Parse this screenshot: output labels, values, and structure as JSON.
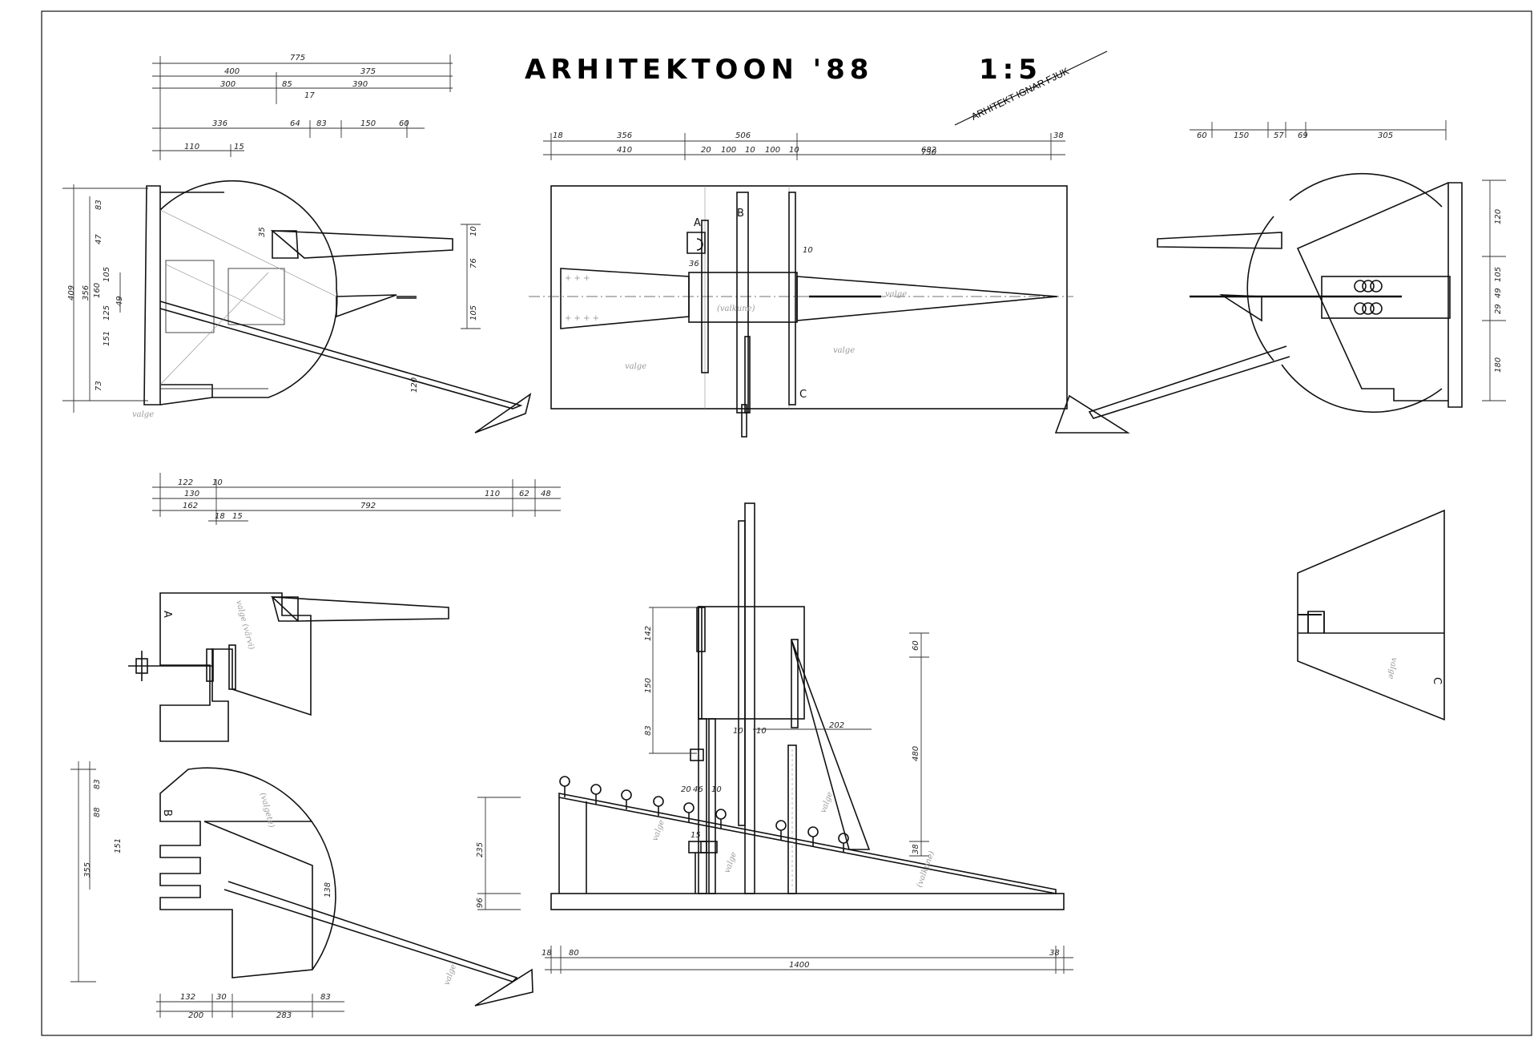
{
  "title": "ARHITEKTOON '88",
  "scale": "1:5",
  "architect": "ARHITEKT IGNAR FJUK",
  "ink_color": "#111111",
  "pencil_color": "#999999",
  "section_labels": {
    "a": "A",
    "b": "B",
    "c": "C"
  },
  "dims": {
    "tl_775": "775",
    "tl_400": "400",
    "tl_375": "375",
    "tl_300": "300",
    "tl_85": "85",
    "tl_17": "17",
    "tl_390": "390",
    "tl_336": "336",
    "tl_64": "64",
    "tl_83": "83",
    "tl_150": "150",
    "tl_60": "60",
    "tl_110": "110",
    "tl_15": "15",
    "tc_18": "18",
    "tc_356": "356",
    "tc_506": "506",
    "tc_682": "682",
    "tc_38": "38",
    "tc_410": "410",
    "tc_20": "20",
    "tc_100": "100",
    "tc_10": "10",
    "tc_100b": "100",
    "tc_10b": "10",
    "tc_730": "730",
    "tc_36": "36",
    "tc_10c": "10",
    "tr_60": "60",
    "tr_150": "150",
    "tr_57": "57",
    "tr_69": "69",
    "tr_305": "305",
    "tr_120": "120",
    "tr_105": "105",
    "tr_49": "49",
    "tr_29": "29",
    "tr_180": "180",
    "l_409": "409",
    "l_356": "356",
    "l_83": "83",
    "l_47": "47",
    "l_105": "105",
    "l_160": "160",
    "l_125": "125",
    "l_49": "49",
    "l_151": "151",
    "l_73": "73",
    "l_35": "35",
    "l_10": "10",
    "l_76": "76",
    "l_120": "120",
    "m_122": "122",
    "m_10": "10",
    "m_130": "130",
    "m_162": "162",
    "m_792": "792",
    "m_110": "110",
    "m_62": "62",
    "m_48": "48",
    "m_18": "18",
    "m_15": "15",
    "b_83": "83",
    "b_88": "88",
    "b_151": "151",
    "b_355": "355",
    "b_138": "138",
    "b_132": "132",
    "b_30": "30",
    "b_200": "200",
    "b_283": "283",
    "s_142": "142",
    "s_150": "150",
    "s_83": "83",
    "s_10": "10",
    "s_10b": "10",
    "s_202": "202",
    "s_20": "20",
    "s_46": "46",
    "s_10c": "10",
    "s_15": "15",
    "s_60": "60",
    "s_480": "480",
    "s_38": "38",
    "s_235": "235",
    "s_96": "96",
    "s_18": "18",
    "s_80": "80",
    "s_1400": "1400",
    "s_38b": "38"
  },
  "pencil_notes": {
    "n1": "valge",
    "n2": "(valkune)",
    "n3": "valge",
    "n4": "valge",
    "n5": "valge",
    "n6": "valge (värvi)",
    "n7": "(valgete)",
    "n8": "valge",
    "n9": "valge",
    "n10": "valge",
    "n11": "valge",
    "n12": "(valkune)",
    "n13": "valge"
  }
}
